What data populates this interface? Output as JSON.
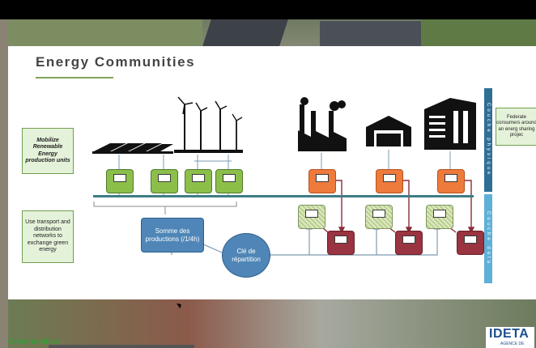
{
  "slide": {
    "title": "Energy Communities",
    "left_box_top": "Mobilize Renewable Energy production units",
    "left_box_bottom": "Use transport and distribution networks to exchange green energy",
    "somme_label": "Somme des productions (/1/4h)",
    "cle_label": "Clé de répartition",
    "band_top": "Couche physique",
    "band_bottom": "Couche data",
    "right_note": "Federate consumers around an energ sharing projec"
  },
  "footer": {
    "label": "Communities",
    "logo_text": "IDETA",
    "logo_sub": "AGENCE DE"
  },
  "colors": {
    "accent_green": "#7fa35b",
    "producer_meter": "#8cbf4a",
    "consumer_meter": "#ee7a3c",
    "data_meter": "#9a3440",
    "blue": "#4f86b7"
  }
}
